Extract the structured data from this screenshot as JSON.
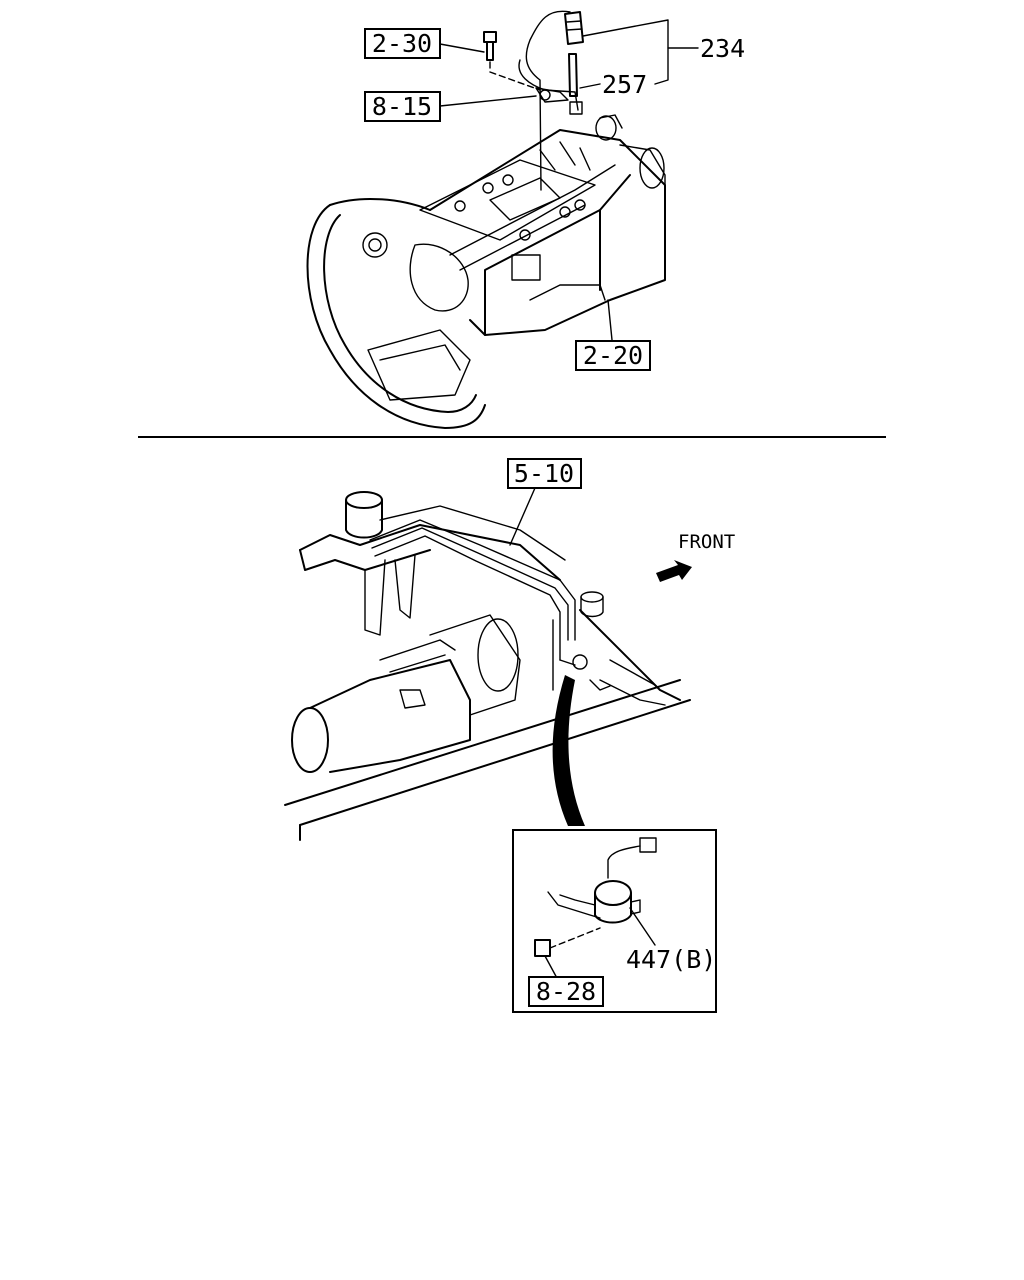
{
  "callouts": {
    "ref_2_30": "2-30",
    "ref_8_15": "8-15",
    "part_234": "234",
    "part_257": "257",
    "ref_2_20": "2-20",
    "ref_5_10": "5-10",
    "front_label": "FRONT",
    "part_447b": "447(B)",
    "ref_8_28": "8-28"
  }
}
